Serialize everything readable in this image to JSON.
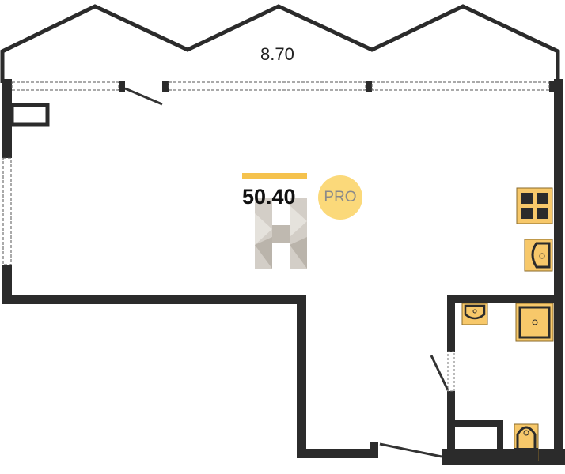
{
  "plan": {
    "width_dimension": "8.70",
    "area": "50.40",
    "badge": "PRO",
    "logo_letter": "H"
  },
  "colors": {
    "wall": "#2b2b2b",
    "fixture": "#f7c86a",
    "accent": "#f5c24d",
    "badge": "#fbd97a"
  }
}
